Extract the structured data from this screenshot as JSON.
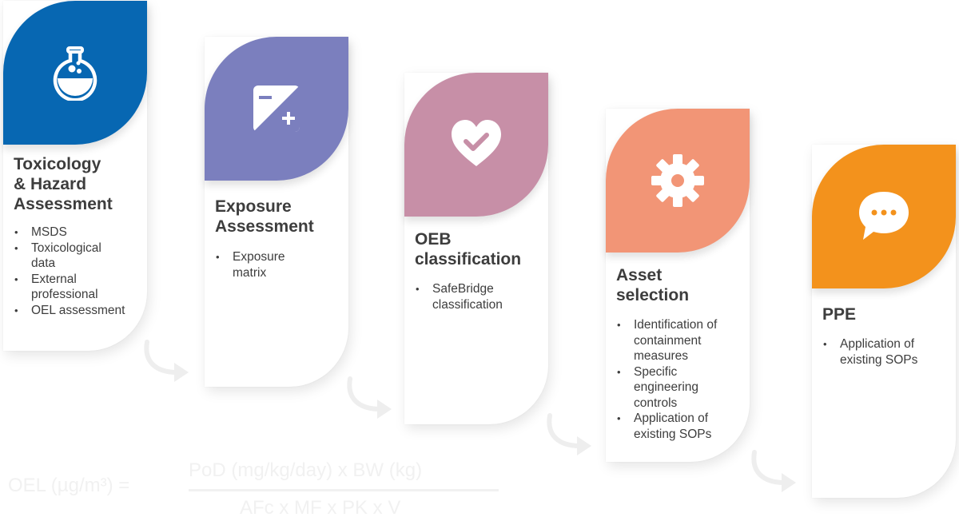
{
  "steps": [
    {
      "title_lines": [
        "Toxicology",
        "& Hazard",
        "Assessment"
      ],
      "bullets": [
        "MSDS",
        "Toxicological data",
        "External professional",
        "OEL assessment"
      ],
      "color": "#0767b2",
      "icon": "flask-icon"
    },
    {
      "title_lines": [
        "Exposure",
        "Assessment"
      ],
      "bullets": [
        "Exposure matrix"
      ],
      "color": "#7b7fbe",
      "icon": "exposure-icon"
    },
    {
      "title_lines": [
        "OEB",
        "classification"
      ],
      "bullets": [
        "SafeBridge classification"
      ],
      "color": "#c78fa7",
      "icon": "heart-check-icon"
    },
    {
      "title_lines": [
        "Asset",
        "selection"
      ],
      "bullets": [
        "Identification of containment measures",
        "Specific engineering controls",
        "Application of existing SOPs"
      ],
      "color": "#f29576",
      "icon": "gear-icon"
    },
    {
      "title_lines": [
        "PPE"
      ],
      "bullets": [
        "Application of existing SOPs"
      ],
      "color": "#f3921c",
      "icon": "chat-bubble-icon"
    }
  ],
  "formula": {
    "lhs": "OEL (µg/m³) =",
    "numerator": "PoD (mg/kg/day) x BW (kg)",
    "denominator": "AFc x MF x PK x V"
  }
}
